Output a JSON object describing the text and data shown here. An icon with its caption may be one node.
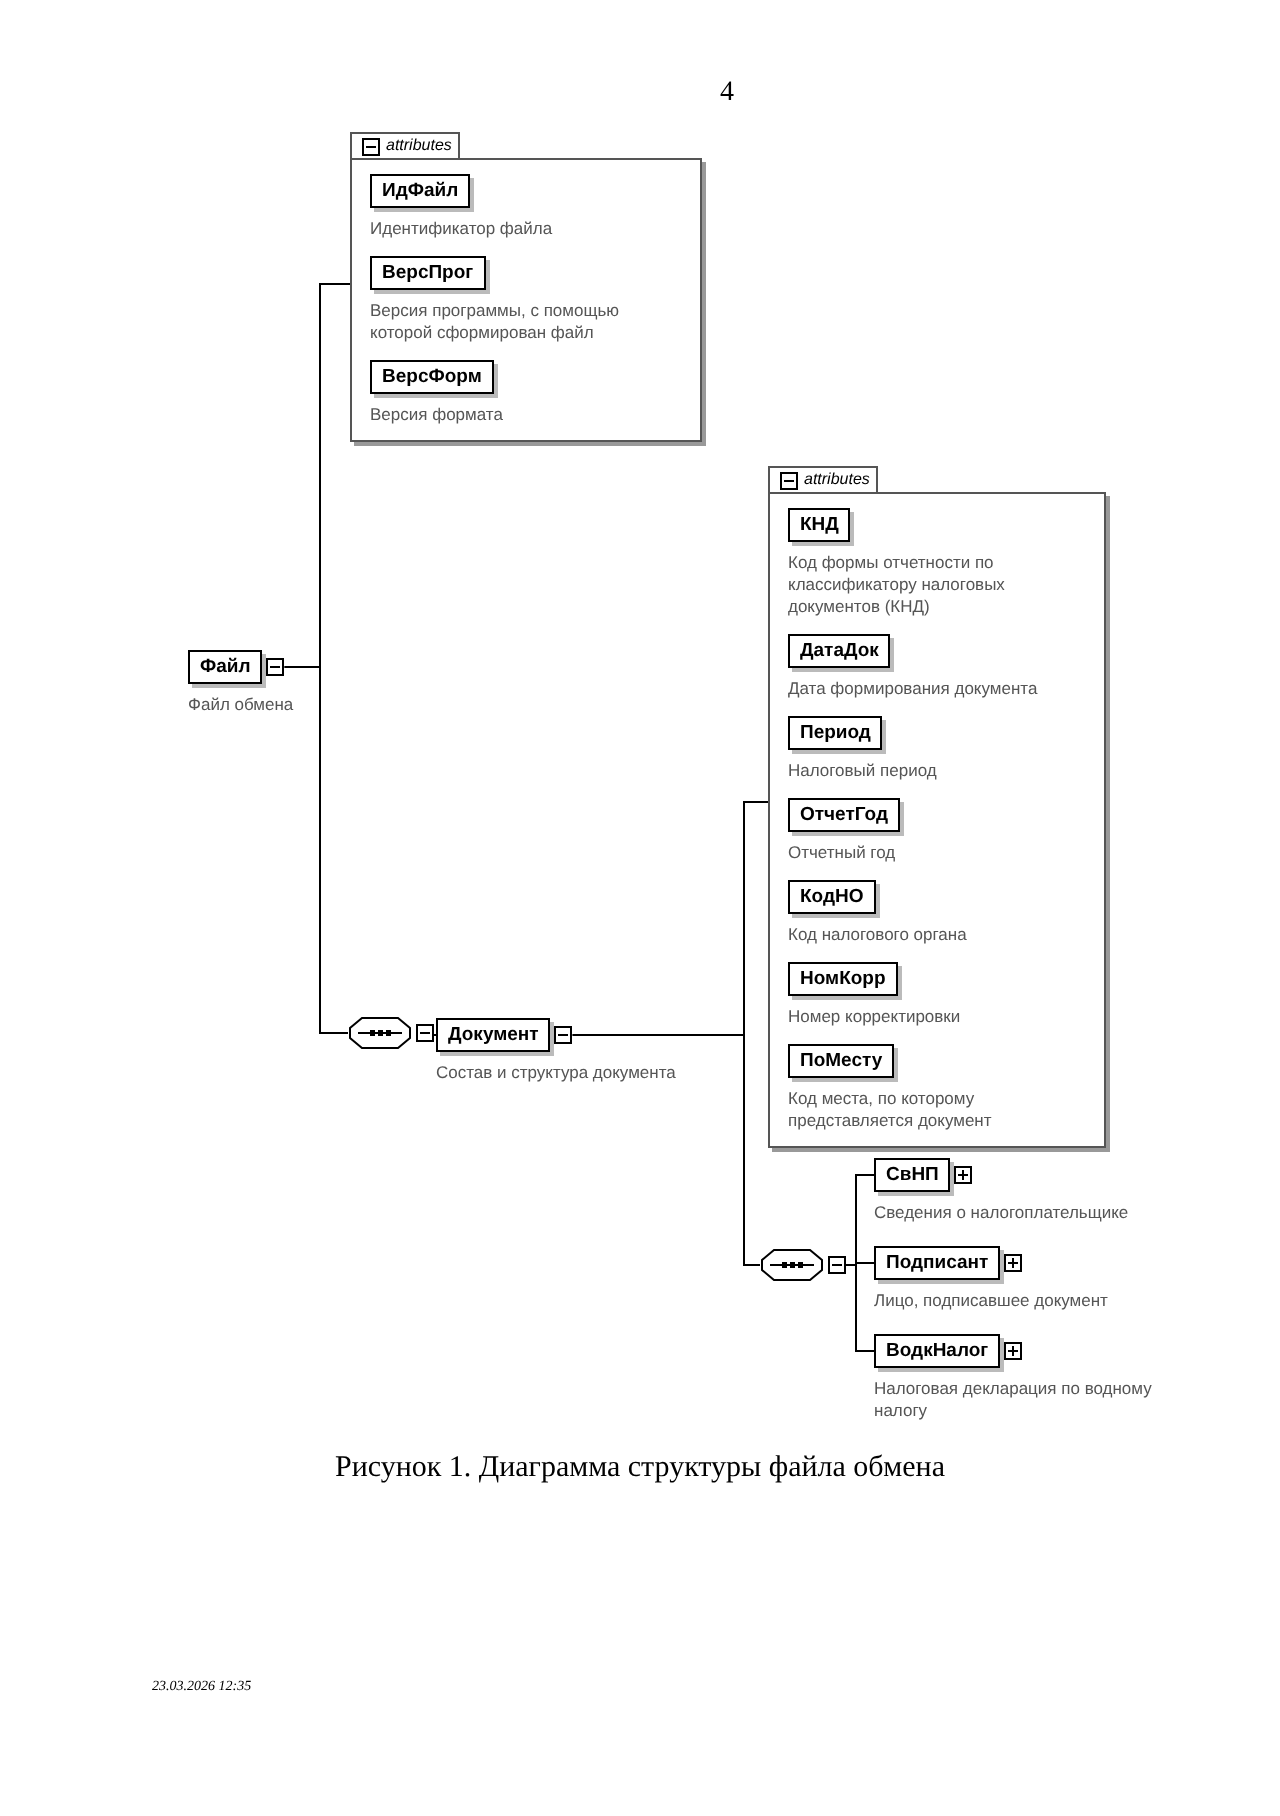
{
  "diagram": {
    "caption": "Рисунок 1. Диаграмма структуры файла обмена",
    "nodes": [
      {
        "text": [
          "Файл"
        ],
        "beside": [
          "Файл обмена"
        ]
      },
      {
        "text": [
          "attributes"
        ]
      },
      {
        "text": [
          "ИдФайл"
        ],
        "in": 1,
        "beside": [
          "Идентификатор файла"
        ]
      },
      {
        "text": [
          "ВерсПрог"
        ],
        "in": 1,
        "beside": [
          "Версия программы, с помощью которой сформирован файл"
        ]
      },
      {
        "text": [
          "ВерсФорм"
        ],
        "in": 1,
        "beside": [
          "Версия формата"
        ]
      },
      {
        "text": [],
        "shape": "octagon"
      },
      {
        "text": [
          "Документ"
        ],
        "beside": [
          "Состав и структура документа"
        ]
      },
      {
        "text": [
          "attributes"
        ]
      },
      {
        "text": [
          "КНД"
        ],
        "in": 7,
        "beside": [
          "Код формы отчетности по классификатору налоговых документов (КНД)"
        ]
      },
      {
        "text": [
          "ДатаДок"
        ],
        "in": 7,
        "beside": [
          "Дата формирования документа"
        ]
      },
      {
        "text": [
          "Период"
        ],
        "in": 7,
        "beside": [
          "Налоговый период"
        ]
      },
      {
        "text": [
          "ОтчетГод"
        ],
        "in": 7,
        "beside": [
          "Отчетный год"
        ]
      },
      {
        "text": [
          "КодНО"
        ],
        "in": 7,
        "beside": [
          "Код налогового органа"
        ]
      },
      {
        "text": [
          "НомКорр"
        ],
        "in": 7,
        "beside": [
          "Номер корректировки"
        ]
      },
      {
        "text": [
          "ПоМесту"
        ],
        "in": 7,
        "beside": [
          "Код места, по которому представляется документ"
        ]
      },
      {
        "text": [],
        "shape": "octagon"
      },
      {
        "text": [
          "СвНП"
        ],
        "beside": [
          "Сведения о налогоплательщике"
        ]
      },
      {
        "text": [
          "Подписант"
        ],
        "beside": [
          "Лицо, подписавшее документ"
        ]
      },
      {
        "text": [
          "ВодкНалог"
        ],
        "beside": [
          "Налоговая декларация по водному налогу"
        ]
      }
    ],
    "edges": [
      {
        "from": 0,
        "to": 1,
        "arrow": "none"
      },
      {
        "from": 0,
        "to": 5,
        "arrow": "none"
      },
      {
        "from": 5,
        "to": 6,
        "arrow": "none"
      },
      {
        "from": 6,
        "to": 7,
        "arrow": "none"
      },
      {
        "from": 6,
        "to": 15,
        "arrow": "none"
      },
      {
        "from": 15,
        "to": 16,
        "arrow": "none"
      },
      {
        "from": 15,
        "to": 17,
        "arrow": "none"
      },
      {
        "from": 15,
        "to": 18,
        "arrow": "none"
      }
    ],
    "labels": [
      "4",
      "23.03.2026 12:35"
    ]
  }
}
